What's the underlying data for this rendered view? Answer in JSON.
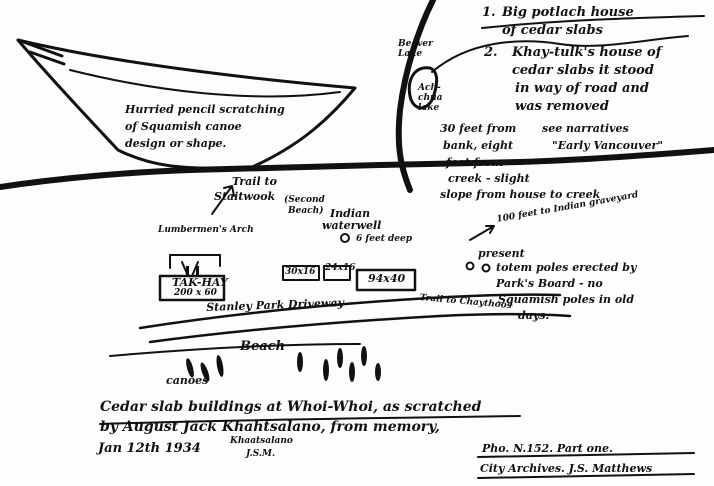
{
  "legend": {
    "item1_num": "1.",
    "item1_line1": "Big potlach house",
    "item1_line2": "of cedar slabs",
    "item2_num": "2.",
    "item2_line1": "Khay-tulk's house of",
    "item2_line2": "cedar slabs it stood",
    "item2_line3": "in way of road and",
    "item2_line4": "was removed",
    "dist_line1": "30 feet from",
    "dist_line2": "bank, eight",
    "dist_line3": "feet from",
    "dist_line4": "creek - slight",
    "dist_line5": "slope from house to creek",
    "see_line1": "see narratives",
    "see_line2": "\"Early Vancouver\"",
    "beaver_lake": "Beaver Lake",
    "lake_label": "Ach-chua lake"
  },
  "canoe_note": {
    "line1": "Hurried pencil scratching",
    "line2": "of Squamish canoe",
    "line3": "design or shape."
  },
  "map": {
    "trail_staitwook_1": "Trail to",
    "trail_staitwook_2": "Staitwook",
    "trail_staitwook_3": "(Second",
    "trail_staitwook_4": "Beach)",
    "lumbermens_arch": "Lumbermen's Arch",
    "indian_waterwell_1": "Indian",
    "indian_waterwell_2": "waterwell",
    "six_feet_deep": "6 feet deep",
    "house_1_name": "TAK-HAY",
    "house_1_size": "200 x 60",
    "house_2_size": "30x16",
    "house_3_size": "24x16",
    "house_4_size": "94x40",
    "graveyard": "100 feet to Indian graveyard",
    "present": "present",
    "totem_line1": "totem poles erected by",
    "totem_line2": "Park's Board - no",
    "totem_line3": "Squamish poles in old",
    "totem_line4": "days.",
    "driveway": "Stanley Park Driveway",
    "trail_chaythoos": "Trail to Chaythoos",
    "beach": "Beach",
    "canoes": "canoes"
  },
  "caption": {
    "line1": "Cedar slab buildings at Whoi-Whoi, as scratched",
    "line2": "by August Jack Khahtsalano, from memory,",
    "khaatsalano": "Khaatsalano",
    "date": "Jan 12th 1934",
    "initials": "J.S.M."
  },
  "archive": {
    "line1": "Pho. N.152. Part one.",
    "line2": "City Archives. J.S. Matthews"
  }
}
